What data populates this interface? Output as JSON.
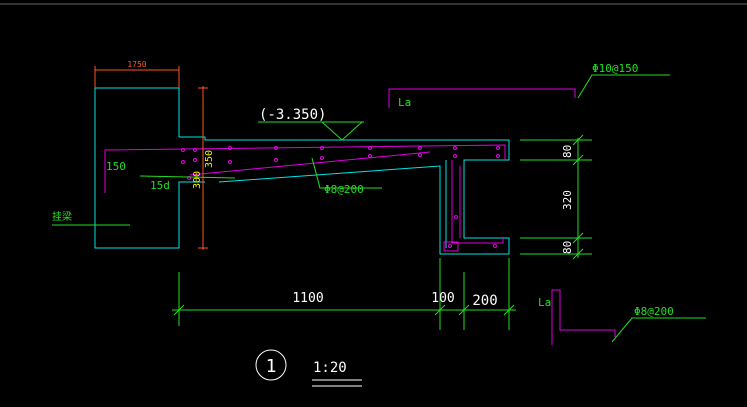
{
  "colors": {
    "background": "#000000",
    "concrete": "#00e5e5",
    "rebar": "#e000e0",
    "dimension": "#22dd22",
    "text_white": "#ffffff",
    "text_yellow": "#f0f000",
    "dim_orange": "#ff5522"
  },
  "labels": {
    "elevation": "(-3.350)",
    "top_rebar": "Φ10@150",
    "bottom_rebar": "Φ8@200",
    "legend_rebar": "Φ8@200",
    "lap_top": "La",
    "lap_legend": "La",
    "left_150": "150",
    "anchor_15d": "15d",
    "beam_note": "挂梁",
    "vertical_350": "350",
    "vertical_300": "300",
    "wall_width_top": "1750",
    "dim_80_top": "80",
    "dim_320": "320",
    "dim_80_bottom": "80",
    "dim_1100": "1100",
    "dim_100": "100",
    "dim_200": "200",
    "detail_number": "1",
    "scale": "1:20"
  }
}
